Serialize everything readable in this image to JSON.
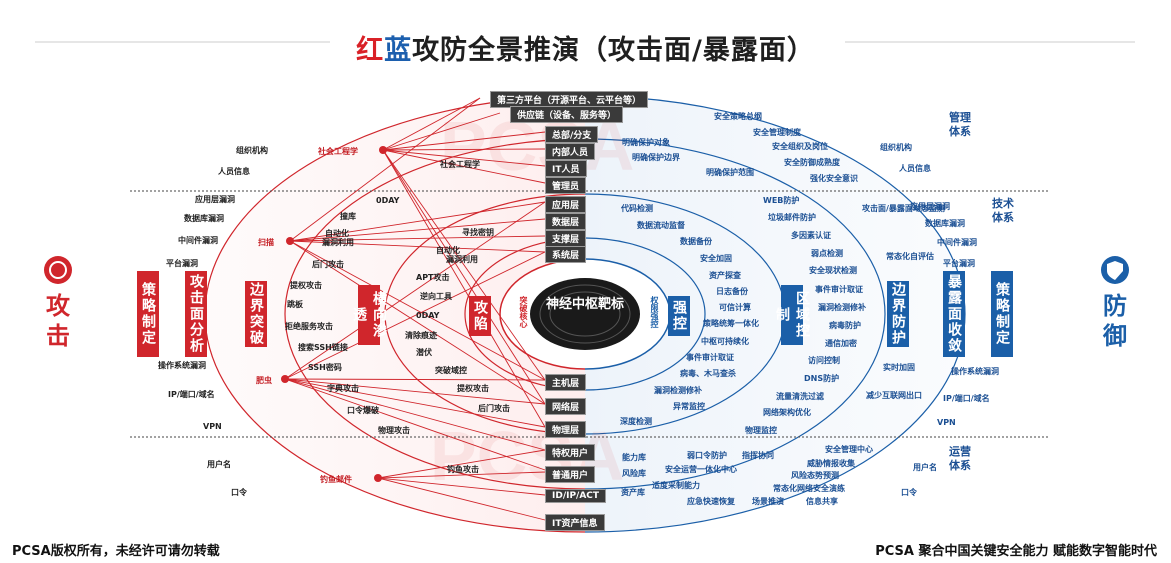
{
  "title": {
    "red": "红",
    "blue": "蓝",
    "rest": "攻防全景推演（攻击面/暴露面）"
  },
  "footer": {
    "left": "PCSA版权所有，未经许可请勿转载",
    "right": "PCSA 聚合中国关键安全能力   赋能数字智能时代"
  },
  "watermark": "PCSA",
  "attack_side": {
    "label": "攻击",
    "boxes": [
      "策略制定",
      "攻击面分析",
      "边界突破",
      "横向渗透",
      "攻陷"
    ]
  },
  "defense_side": {
    "label": "防御",
    "boxes": [
      "策略制定",
      "暴露面收敛",
      "边界防护",
      "区域控制",
      "强控"
    ]
  },
  "center": {
    "label": "神经中枢靶标",
    "attack_ring": "突破核心",
    "defense_ring": "权限强控"
  },
  "categories": {
    "management": "管理体系",
    "tech": "技术体系",
    "ops": "运营体系"
  },
  "tags": [
    "第三方平台（开源平台、云平台等）",
    "供应链（设备、服务等）",
    "总部/分支",
    "内部人员",
    "IT人员",
    "管理员",
    "应用层",
    "数据层",
    "支撑层",
    "系统层",
    "主机层",
    "网络层",
    "物理层",
    "特权用户",
    "普通用户",
    "ID/IP/ACT",
    "IT资产信息"
  ],
  "attack_sources": [
    "社会工程学",
    "扫描",
    "肥虫",
    "钓鱼邮件"
  ],
  "left_labels": [
    "组织机构",
    "人员信息",
    "应用层漏洞",
    "数据库漏洞",
    "中间件漏洞",
    "平台漏洞",
    "操作系统漏洞",
    "IP/端口/域名",
    "VPN",
    "用户名",
    "口令"
  ],
  "attack_labels": [
    "0DAY",
    "撞库",
    "自动化",
    "漏洞利用",
    "后门攻击",
    "提权攻击",
    "跳板",
    "拒绝服务攻击",
    "搜索SSH链接",
    "SSH密码",
    "字典攻击",
    "口令爆破",
    "物理攻击",
    "社会工程学",
    "寻找密钥",
    "自动化",
    "漏洞利用",
    "APT攻击",
    "逆向工具",
    "0DAY",
    "清除痕迹",
    "潜伏",
    "突破域控",
    "提权攻击",
    "后门攻击",
    "钓鱼攻击"
  ],
  "defense_labels": [
    "安全策略总纲",
    "安全管理制度",
    "安全组织及岗位",
    "安全防御成熟度",
    "强化安全意识",
    "明确保护对象",
    "明确保护边界",
    "明确保护范围",
    "代码检测",
    "数据流动监督",
    "数据备份",
    "安全加固",
    "资产探查",
    "日志备份",
    "可信计算",
    "策略统筹一体化",
    "中枢可持续化",
    "事件审计取证",
    "病毒、木马查杀",
    "漏洞检测修补",
    "异常监控",
    "深度检测",
    "WEB防护",
    "垃圾邮件防护",
    "多因素认证",
    "弱点检测",
    "安全现状检测",
    "事件审计取证",
    "漏洞检测修补",
    "病毒防护",
    "通信加密",
    "访问控制",
    "DNS防护",
    "流量清洗过滤",
    "网络架构优化",
    "物理监控",
    "攻击面/暴露面动态监测",
    "常态化自评估",
    "实时加固",
    "减少互联网出口",
    "弱口令防护",
    "指挥协同",
    "安全运营一体化中心",
    "威胁情报收集",
    "风险态势预测",
    "常态化网络安全演练",
    "信息共享",
    "场景推演",
    "应急快速恢复",
    "能力库",
    "风险库",
    "适度采制能力",
    "资产库",
    "安全管理中心"
  ],
  "right_labels": [
    "组织机构",
    "人员信息",
    "应用层漏洞",
    "数据库漏洞",
    "中间件漏洞",
    "平台漏洞",
    "操作系统漏洞",
    "IP/端口/域名",
    "VPN",
    "用户名",
    "口令"
  ]
}
